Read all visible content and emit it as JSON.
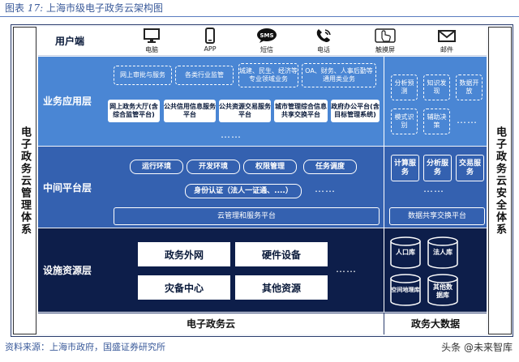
{
  "figure": {
    "title_prefix": "图表",
    "title_num": "17:",
    "title_text": "上海市级电子政务云架构图",
    "source": "资料来源：上海市政府，国盛证券研究所",
    "watermark": "头条 @未来智库"
  },
  "side": {
    "left": "电子政务云管理体系",
    "right": "电子政务云安全体系"
  },
  "user_layer": {
    "label": "用户端",
    "items": [
      {
        "icon": "desktop-icon",
        "label": "电脑"
      },
      {
        "icon": "phone-icon",
        "label": "APP"
      },
      {
        "icon": "sms-icon",
        "label": "短信"
      },
      {
        "icon": "telephone-icon",
        "label": "电话"
      },
      {
        "icon": "touchscreen-icon",
        "label": "触摸屏"
      },
      {
        "icon": "mail-icon",
        "label": "邮件"
      }
    ]
  },
  "app_layer": {
    "label": "业务应用层",
    "top_items": [
      "网上审批与服务",
      "各类行业监管",
      "城建、民生、经济等专业领域业务",
      "OA、财务、人事后勤等通用类业务"
    ],
    "platforms": [
      "网上政务大厅(含综合监管平台)",
      "公共信用信息服务平台",
      "公共资源交易服务平台",
      "城市管理综合信息共享交换平台",
      "政府办公平台(含目标管理系统)"
    ],
    "right_items": [
      "分析预测",
      "知识发现",
      "数据开放",
      "模式识别",
      "辅助决策"
    ],
    "dots": "……"
  },
  "mid_layer": {
    "label": "中间平台层",
    "items": [
      "运行环境",
      "开发环境",
      "权限管理",
      "任务调度"
    ],
    "auth": "身份认证（法人一证通、....）",
    "cloud_platform": "云管理和服务平台",
    "right_items": [
      "计算服务",
      "分析服务",
      "交易服务"
    ],
    "right_platform": "数据共享交换平台",
    "dots": "……"
  },
  "infra_layer": {
    "label": "设施资源层",
    "items": [
      "政务外网",
      "硬件设备",
      "灾备中心",
      "其他资源"
    ],
    "dbs": [
      "人口库",
      "法人库",
      "空间地理库",
      "其他数据库"
    ],
    "dots": "……"
  },
  "bottom": {
    "left": "电子政务云",
    "right": "政务大数据"
  },
  "colors": {
    "app_band": "#4a86d4",
    "mid_band": "#3461b0",
    "infra_band": "#0d1e4a"
  }
}
